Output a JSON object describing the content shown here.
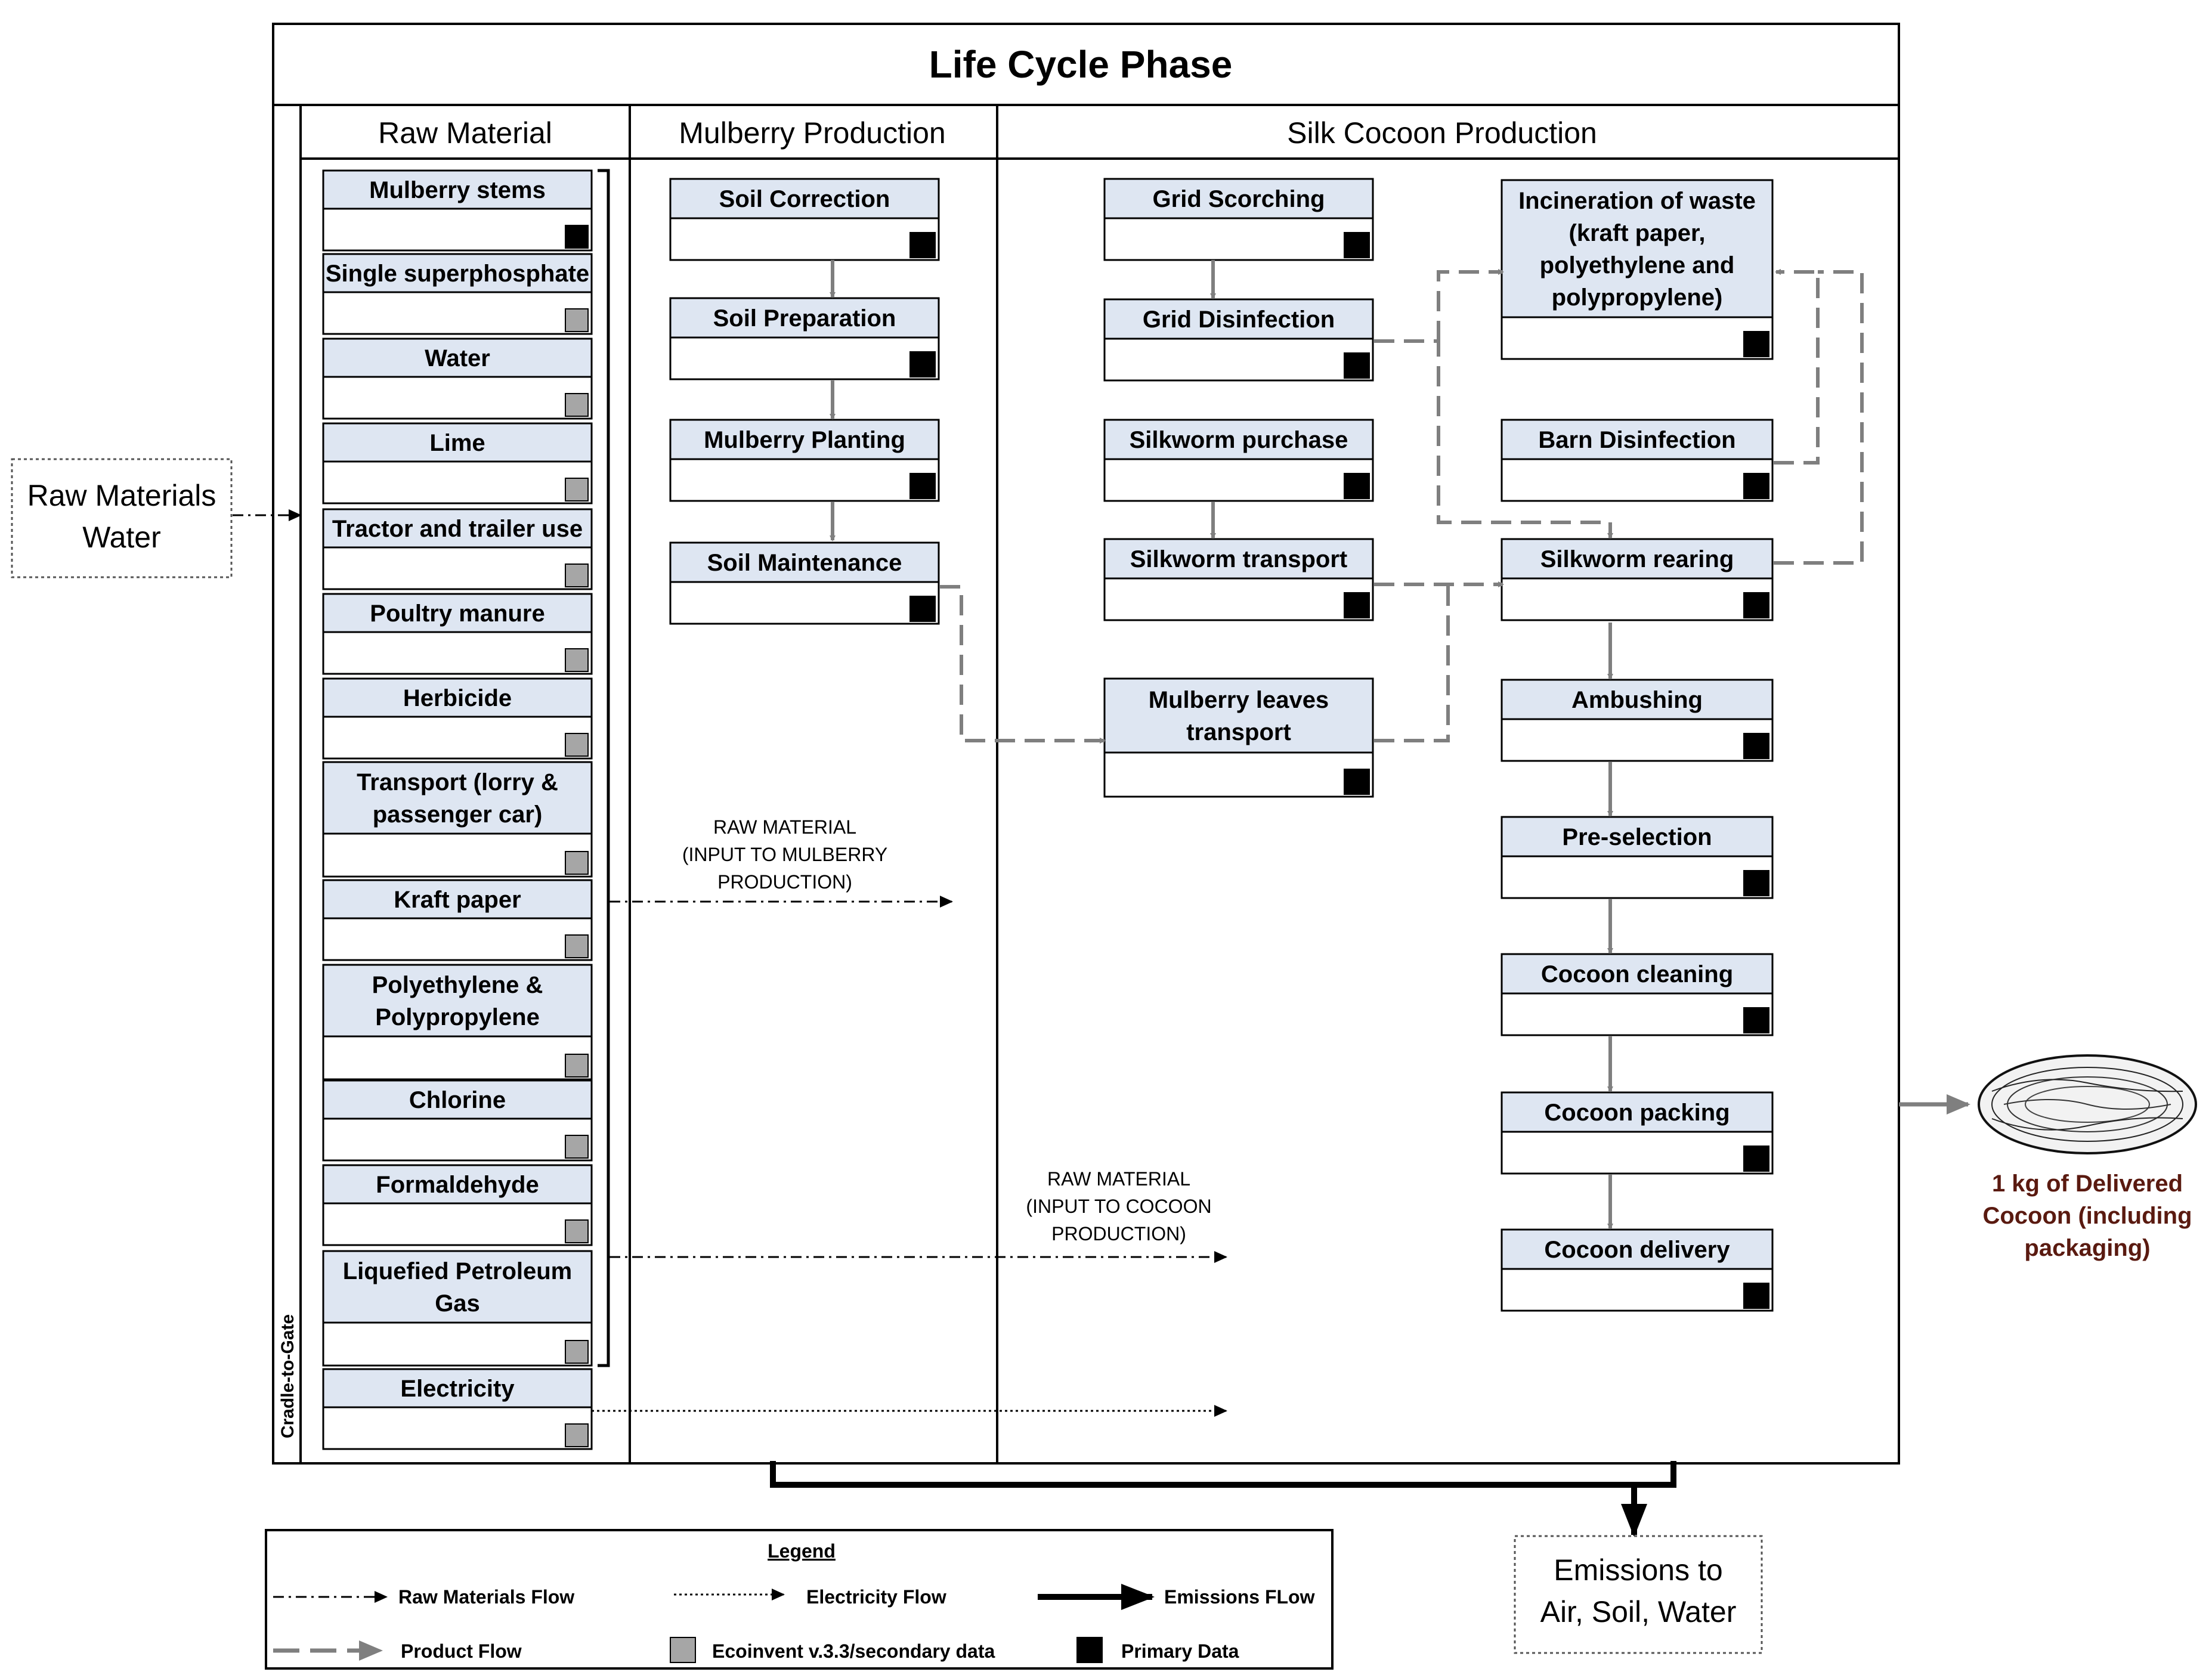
{
  "title": "Life Cycle Phase",
  "columns": {
    "raw": "Raw Material",
    "mulberry": "Mulberry Production",
    "silk": "Silk Cocoon Production"
  },
  "cradle_label": "Cradle-to-Gate",
  "input_box": {
    "lines": [
      "Raw Materials",
      "Water"
    ]
  },
  "raw_materials": [
    {
      "lines": [
        "Mulberry stems"
      ],
      "data_type": "primary"
    },
    {
      "lines": [
        "Single superphosphate"
      ],
      "data_type": "secondary"
    },
    {
      "lines": [
        "Water"
      ],
      "data_type": "secondary"
    },
    {
      "lines": [
        "Lime"
      ],
      "data_type": "secondary"
    },
    {
      "lines": [
        "Tractor and trailer use"
      ],
      "data_type": "secondary"
    },
    {
      "lines": [
        "Poultry manure"
      ],
      "data_type": "secondary"
    },
    {
      "lines": [
        "Herbicide"
      ],
      "data_type": "secondary"
    },
    {
      "lines": [
        "Transport (lorry &",
        "passenger car)"
      ],
      "data_type": "secondary"
    },
    {
      "lines": [
        "Kraft paper"
      ],
      "data_type": "secondary"
    },
    {
      "lines": [
        "Polyethylene &",
        "Polypropylene"
      ],
      "data_type": "secondary"
    },
    {
      "lines": [
        "Chlorine"
      ],
      "data_type": "secondary"
    },
    {
      "lines": [
        "Formaldehyde"
      ],
      "data_type": "secondary"
    },
    {
      "lines": [
        "Liquefied Petroleum",
        "Gas"
      ],
      "data_type": "secondary"
    },
    {
      "lines": [
        "Electricity"
      ],
      "data_type": "secondary"
    }
  ],
  "mulberry_steps": [
    {
      "lines": [
        "Soil Correction"
      ],
      "data_type": "primary"
    },
    {
      "lines": [
        "Soil Preparation"
      ],
      "data_type": "primary"
    },
    {
      "lines": [
        "Mulberry Planting"
      ],
      "data_type": "primary"
    },
    {
      "lines": [
        "Soil Maintenance"
      ],
      "data_type": "primary"
    }
  ],
  "silk_left_steps": [
    {
      "lines": [
        "Grid Scorching"
      ],
      "data_type": "primary"
    },
    {
      "lines": [
        "Grid Disinfection"
      ],
      "data_type": "primary"
    },
    {
      "lines": [
        "Silkworm purchase"
      ],
      "data_type": "primary"
    },
    {
      "lines": [
        "Silkworm transport"
      ],
      "data_type": "primary"
    },
    {
      "lines": [
        "Mulberry leaves",
        "transport"
      ],
      "data_type": "primary"
    }
  ],
  "silk_right_steps": [
    {
      "lines": [
        "Incineration of waste",
        "(kraft paper,",
        "polyethylene and",
        "polypropylene)"
      ],
      "data_type": "primary"
    },
    {
      "lines": [
        "Barn Disinfection"
      ],
      "data_type": "primary"
    },
    {
      "lines": [
        "Silkworm rearing"
      ],
      "data_type": "primary"
    },
    {
      "lines": [
        "Ambushing"
      ],
      "data_type": "primary"
    },
    {
      "lines": [
        "Pre-selection"
      ],
      "data_type": "primary"
    },
    {
      "lines": [
        "Cocoon cleaning"
      ],
      "data_type": "primary"
    },
    {
      "lines": [
        "Cocoon packing"
      ],
      "data_type": "primary"
    },
    {
      "lines": [
        "Cocoon delivery"
      ],
      "data_type": "primary"
    }
  ],
  "flow_notes": {
    "to_mulberry": [
      "RAW MATERIAL",
      "(INPUT TO MULBERRY",
      "PRODUCTION)"
    ],
    "to_cocoon": [
      "RAW MATERIAL",
      "(INPUT TO COCOON",
      "PRODUCTION)"
    ]
  },
  "emissions_box": {
    "lines": [
      "Emissions to",
      "Air, Soil, Water"
    ]
  },
  "product": {
    "lines": [
      "1 kg of Delivered",
      "Cocoon (including",
      "packaging)"
    ]
  },
  "legend": {
    "title": "Legend",
    "items": {
      "raw_flow": "Raw Materials Flow",
      "electricity_flow": "Electricity Flow",
      "emissions_flow": "Emissions FLow",
      "product_flow": "Product Flow",
      "secondary": "Ecoinvent v.3.3/secondary data",
      "primary": "Primary Data"
    }
  },
  "colors": {
    "primary_square": "#000000",
    "secondary_square": "#a6a6a6",
    "box_header_fill": "#dee6f2",
    "product_flow": "#7f7f7f",
    "product_label": "#5a1a10"
  }
}
